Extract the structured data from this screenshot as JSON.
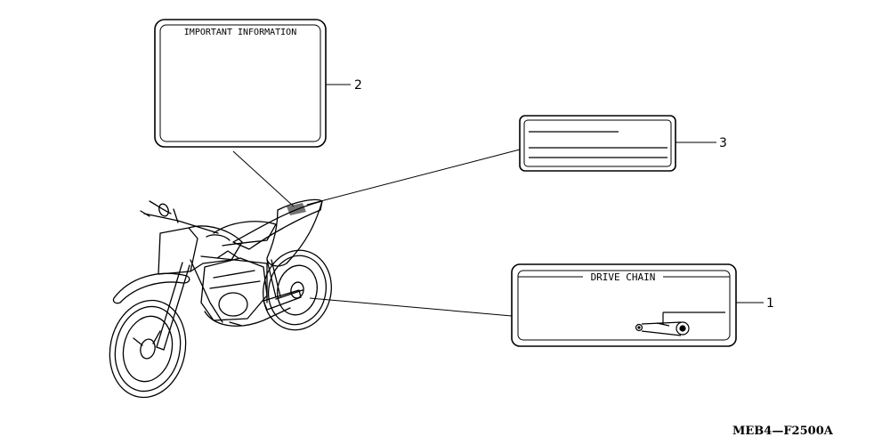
{
  "labels": {
    "important": {
      "title": "IMPORTANT INFORMATION",
      "callout": "2"
    },
    "generic": {
      "callout": "3"
    },
    "chain": {
      "title": "DRIVE CHAIN",
      "callout": "1"
    }
  },
  "diagram_code": "MEB4—F2500A"
}
